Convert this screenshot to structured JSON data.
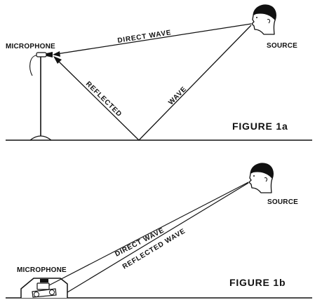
{
  "figure_1a": {
    "caption": "FIGURE 1a",
    "microphone_label": "MICROPHONE",
    "source_label": "SOURCE",
    "direct_path_label": "DIRECT WAVE",
    "reflected_path_label_part1": "REFLECTED",
    "reflected_path_label_part2": "WAVE"
  },
  "figure_1b": {
    "caption": "FIGURE 1b",
    "microphone_label": "MICROPHONE",
    "source_label": "SOURCE",
    "direct_path_label": "DIRECT WAVE",
    "reflected_path_label": "REFLECTED WAVE"
  },
  "colors": {
    "ink": "#111111",
    "background": "#ffffff"
  }
}
